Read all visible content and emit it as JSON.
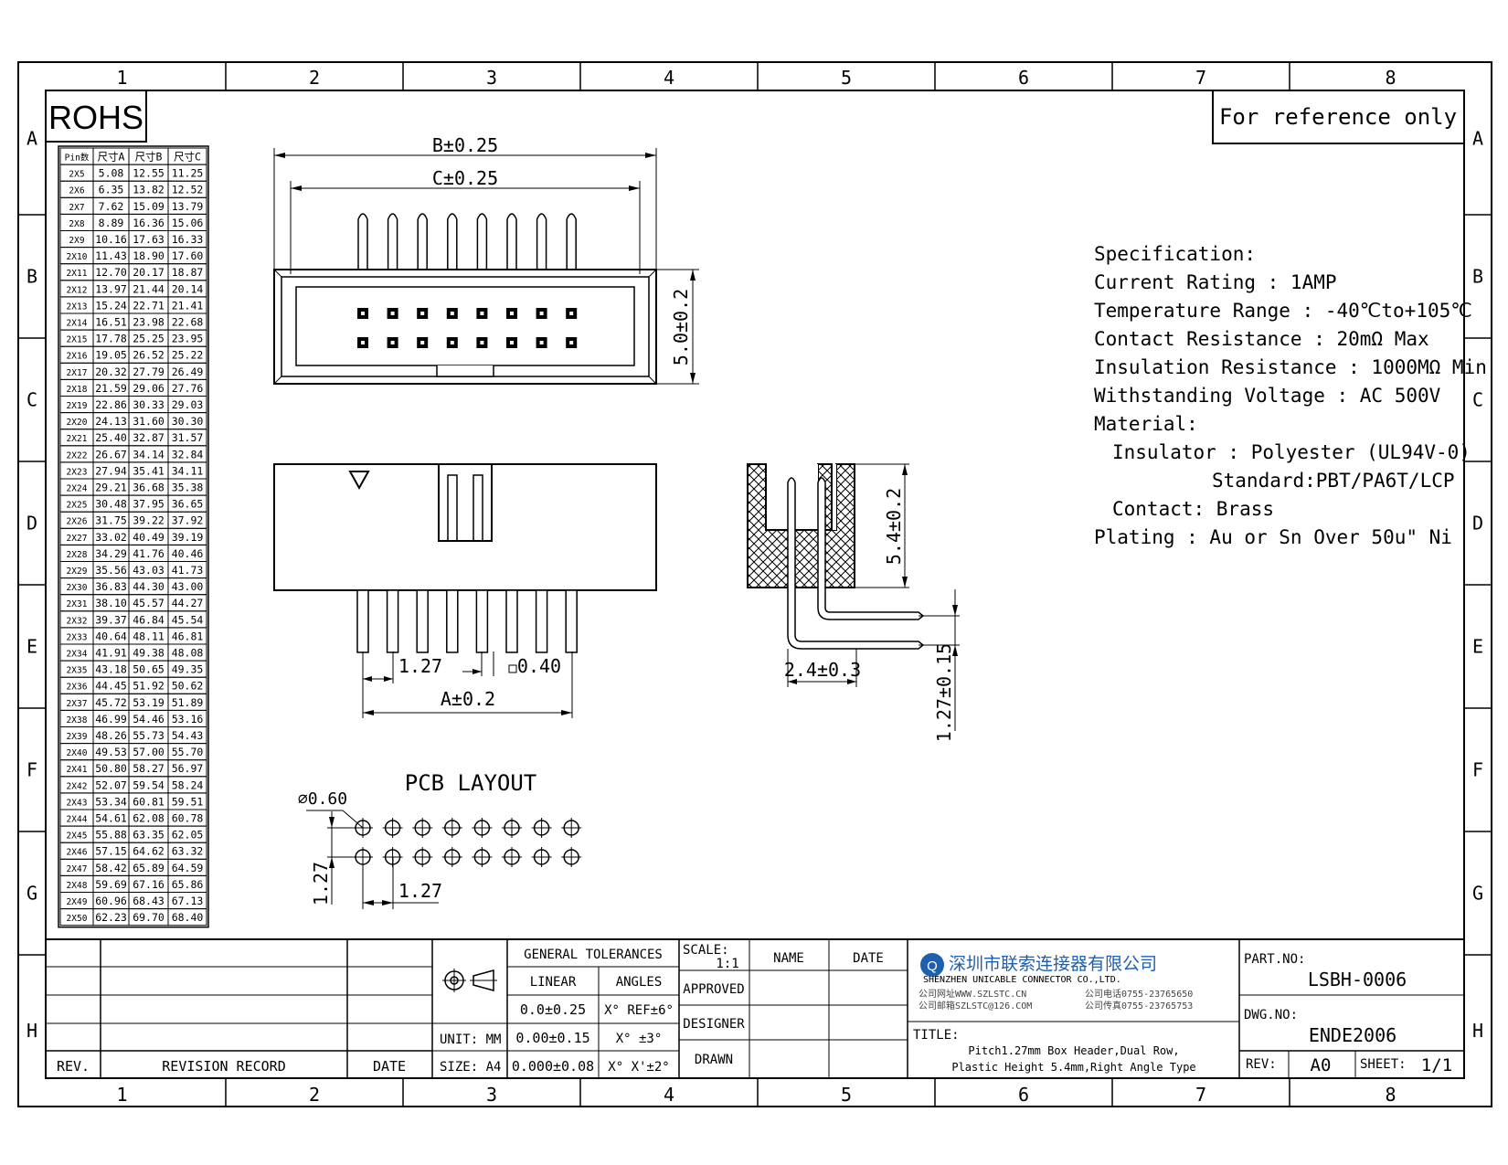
{
  "frame": {
    "col_labels": [
      "1",
      "2",
      "3",
      "4",
      "5",
      "6",
      "7",
      "8"
    ],
    "row_labels": [
      "A",
      "B",
      "C",
      "D",
      "E",
      "F",
      "G",
      "H"
    ]
  },
  "rohs": "ROHS",
  "reference_note": "For reference only",
  "pin_table": {
    "headers": [
      "Pin数",
      "尺寸A",
      "尺寸B",
      "尺寸C"
    ],
    "rows": [
      [
        "2X5",
        "5.08",
        "12.55",
        "11.25"
      ],
      [
        "2X6",
        "6.35",
        "13.82",
        "12.52"
      ],
      [
        "2X7",
        "7.62",
        "15.09",
        "13.79"
      ],
      [
        "2X8",
        "8.89",
        "16.36",
        "15.06"
      ],
      [
        "2X9",
        "10.16",
        "17.63",
        "16.33"
      ],
      [
        "2X10",
        "11.43",
        "18.90",
        "17.60"
      ],
      [
        "2X11",
        "12.70",
        "20.17",
        "18.87"
      ],
      [
        "2X12",
        "13.97",
        "21.44",
        "20.14"
      ],
      [
        "2X13",
        "15.24",
        "22.71",
        "21.41"
      ],
      [
        "2X14",
        "16.51",
        "23.98",
        "22.68"
      ],
      [
        "2X15",
        "17.78",
        "25.25",
        "23.95"
      ],
      [
        "2X16",
        "19.05",
        "26.52",
        "25.22"
      ],
      [
        "2X17",
        "20.32",
        "27.79",
        "26.49"
      ],
      [
        "2X18",
        "21.59",
        "29.06",
        "27.76"
      ],
      [
        "2X19",
        "22.86",
        "30.33",
        "29.03"
      ],
      [
        "2X20",
        "24.13",
        "31.60",
        "30.30"
      ],
      [
        "2X21",
        "25.40",
        "32.87",
        "31.57"
      ],
      [
        "2X22",
        "26.67",
        "34.14",
        "32.84"
      ],
      [
        "2X23",
        "27.94",
        "35.41",
        "34.11"
      ],
      [
        "2X24",
        "29.21",
        "36.68",
        "35.38"
      ],
      [
        "2X25",
        "30.48",
        "37.95",
        "36.65"
      ],
      [
        "2X26",
        "31.75",
        "39.22",
        "37.92"
      ],
      [
        "2X27",
        "33.02",
        "40.49",
        "39.19"
      ],
      [
        "2X28",
        "34.29",
        "41.76",
        "40.46"
      ],
      [
        "2X29",
        "35.56",
        "43.03",
        "41.73"
      ],
      [
        "2X30",
        "36.83",
        "44.30",
        "43.00"
      ],
      [
        "2X31",
        "38.10",
        "45.57",
        "44.27"
      ],
      [
        "2X32",
        "39.37",
        "46.84",
        "45.54"
      ],
      [
        "2X33",
        "40.64",
        "48.11",
        "46.81"
      ],
      [
        "2X34",
        "41.91",
        "49.38",
        "48.08"
      ],
      [
        "2X35",
        "43.18",
        "50.65",
        "49.35"
      ],
      [
        "2X36",
        "44.45",
        "51.92",
        "50.62"
      ],
      [
        "2X37",
        "45.72",
        "53.19",
        "51.89"
      ],
      [
        "2X38",
        "46.99",
        "54.46",
        "53.16"
      ],
      [
        "2X39",
        "48.26",
        "55.73",
        "54.43"
      ],
      [
        "2X40",
        "49.53",
        "57.00",
        "55.70"
      ],
      [
        "2X41",
        "50.80",
        "58.27",
        "56.97"
      ],
      [
        "2X42",
        "52.07",
        "59.54",
        "58.24"
      ],
      [
        "2X43",
        "53.34",
        "60.81",
        "59.51"
      ],
      [
        "2X44",
        "54.61",
        "62.08",
        "60.78"
      ],
      [
        "2X45",
        "55.88",
        "63.35",
        "62.05"
      ],
      [
        "2X46",
        "57.15",
        "64.62",
        "63.32"
      ],
      [
        "2X47",
        "58.42",
        "65.89",
        "64.59"
      ],
      [
        "2X48",
        "59.69",
        "67.16",
        "65.86"
      ],
      [
        "2X49",
        "60.96",
        "68.43",
        "67.13"
      ],
      [
        "2X50",
        "62.23",
        "69.70",
        "68.40"
      ]
    ]
  },
  "dims": {
    "b": "B±0.25",
    "c": "C±0.25",
    "height": "5.0±0.2",
    "pitch": "1.27",
    "pin_size": "0.40",
    "a": "A±0.2",
    "side_height": "5.4±0.2",
    "side_offset": "2.4±0.3",
    "side_pitch": "1.27±0.15"
  },
  "pcb": {
    "title": "PCB LAYOUT",
    "hole": "⌀0.60",
    "pitch_v": "1.27",
    "pitch_h": "1.27"
  },
  "spec": {
    "lines": [
      "Specification:",
      "Current Rating : 1AMP",
      "Temperature Range : -40℃to+105℃",
      "Contact Resistance : 20mΩ Max",
      "Insulation Resistance : 1000MΩ Min",
      "Withstanding Voltage : AC 500V",
      "Material:",
      "Insulator : Polyester (UL94V-0)",
      "Standard:PBT/PA6T/LCP",
      "Contact: Brass",
      "Plating : Au or Sn Over 50u\" Ni"
    ]
  },
  "title_block": {
    "rev_label": "REV.",
    "revision_record": "REVISION RECORD",
    "date_label": "DATE",
    "unit": "UNIT: MM",
    "size": "SIZE: A4",
    "general_tolerances": "GENERAL TOLERANCES",
    "linear": "LINEAR",
    "angles": "ANGLES",
    "tol_linear": [
      "0.0±0.25",
      "0.00±0.15",
      "0.000±0.08"
    ],
    "tol_angles": [
      "X° REF±6°",
      "X° ±3°",
      "X° X'±2°"
    ],
    "scale_label": "SCALE:",
    "scale_value": "1:1",
    "name": "NAME",
    "date": "DATE",
    "approved": "APPROVED",
    "designer": "DESIGNER",
    "drawn": "DRAWN",
    "company_cn": "深圳市联索连接器有限公司",
    "company_en": "SHENZHEN UNICABLE CONNECTOR CO.,LTD.",
    "web": "公司网址WWW.SZLSTC.CN",
    "email": "公司邮箱SZLSTC@126.COM",
    "phone": "公司电话0755-23765650",
    "fax": "公司传真0755-23765753",
    "title_label": "TITLE:",
    "title_line1": "Pitch1.27mm Box Header,Dual Row,",
    "title_line2": "Plastic Height 5.4mm,Right Angle Type",
    "part_no_label": "PART.NO:",
    "part_no": "LSBH-0006",
    "dwg_no_label": "DWG.NO:",
    "dwg_no": "ENDE2006",
    "rev_value_label": "REV:",
    "rev_value": "A0",
    "sheet_label": "SHEET:",
    "sheet_value": "1/1"
  }
}
